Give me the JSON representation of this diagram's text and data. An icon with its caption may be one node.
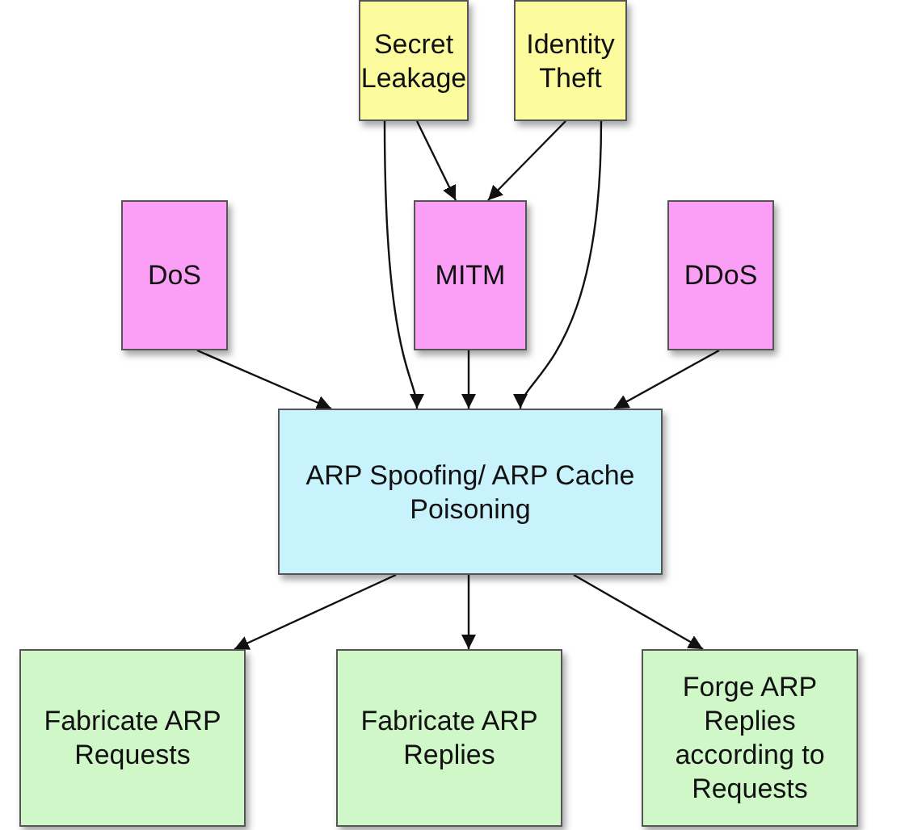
{
  "diagram": {
    "nodes": [
      {
        "text": [
          "Secret Leakage"
        ]
      },
      {
        "text": [
          "Identity Theft"
        ]
      },
      {
        "text": [
          "DoS"
        ]
      },
      {
        "text": [
          "MITM"
        ]
      },
      {
        "text": [
          "DDoS"
        ]
      },
      {
        "text": [
          "ARP Spoofing/ ARP Cache Poisoning"
        ]
      },
      {
        "text": [
          "Fabricate ARP Requests"
        ]
      },
      {
        "text": [
          "Fabricate ARP Replies"
        ]
      },
      {
        "text": [
          "Forge ARP Replies according to Requests"
        ]
      }
    ],
    "edges": [
      {
        "from": 0,
        "to": 3,
        "arrow": "to"
      },
      {
        "from": 1,
        "to": 3,
        "arrow": "to"
      },
      {
        "from": 0,
        "to": 5,
        "arrow": "to"
      },
      {
        "from": 1,
        "to": 5,
        "arrow": "to"
      },
      {
        "from": 2,
        "to": 5,
        "arrow": "to"
      },
      {
        "from": 3,
        "to": 5,
        "arrow": "to"
      },
      {
        "from": 4,
        "to": 5,
        "arrow": "to"
      },
      {
        "from": 5,
        "to": 6,
        "arrow": "to"
      },
      {
        "from": 5,
        "to": 7,
        "arrow": "to"
      },
      {
        "from": 5,
        "to": 8,
        "arrow": "to"
      }
    ]
  }
}
